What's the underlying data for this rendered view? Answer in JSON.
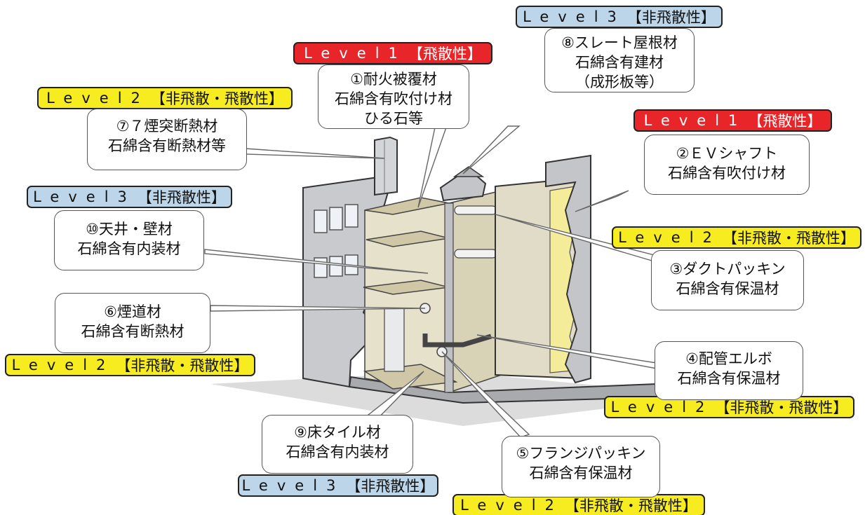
{
  "level_labels": {
    "level_text_1": "Level1",
    "level_text_2": "Level2",
    "level_text_3": "Level3",
    "class_dusty": "【飛散性】",
    "class_mixed": "【非飛散・飛散性】",
    "class_nondusty": "【非飛散性】"
  },
  "items": [
    {
      "lines": [
        "①耐火被覆材",
        "石綿含有吹付け材",
        "ひる石等"
      ],
      "level": "Level1",
      "class": "【飛散性】"
    },
    {
      "lines": [
        "②ＥＶシャフト",
        "石綿含有吹付け材"
      ],
      "level": "Level1",
      "class": "【飛散性】"
    },
    {
      "lines": [
        "③ダクトパッキン",
        "石綿含有保温材"
      ],
      "level": "Level2",
      "class": "【非飛散・飛散性】"
    },
    {
      "lines": [
        "④配管エルボ",
        "石綿含有保温材"
      ],
      "level": "Level2",
      "class": "【非飛散・飛散性】"
    },
    {
      "lines": [
        "⑤フランジパッキン",
        "石綿含有保温材"
      ],
      "level": "Level2",
      "class": "【非飛散・飛散性】"
    },
    {
      "lines": [
        "⑥煙道材",
        "石綿含有断熱材"
      ],
      "level": "Level2",
      "class": "【非飛散・飛散性】"
    },
    {
      "lines": [
        "⑦７煙突断熱材",
        "石綿含有断熱材等"
      ],
      "level": "Level2",
      "class": "【非飛散・飛散性】"
    },
    {
      "lines": [
        "⑧スレート屋根材",
        "石綿含有建材",
        "（成形板等）"
      ],
      "level": "Level3",
      "class": "【非飛散性】"
    },
    {
      "lines": [
        "⑨床タイル材",
        "石綿含有内装材"
      ],
      "level": "Level3",
      "class": "【非飛散性】"
    },
    {
      "lines": [
        "⑩天井・壁材",
        "石綿含有内装材"
      ],
      "level": "Level3",
      "class": "【非飛散性】"
    }
  ],
  "colors": {
    "level1": "#e8262a",
    "level2": "#f7ec20",
    "level3": "#bdd5e8",
    "wall_outer": "#c8c9cc",
    "interior": "#e2dcc4",
    "insulation": "#f5ec99"
  },
  "icons": [
    "building-cutaway-illustration"
  ]
}
